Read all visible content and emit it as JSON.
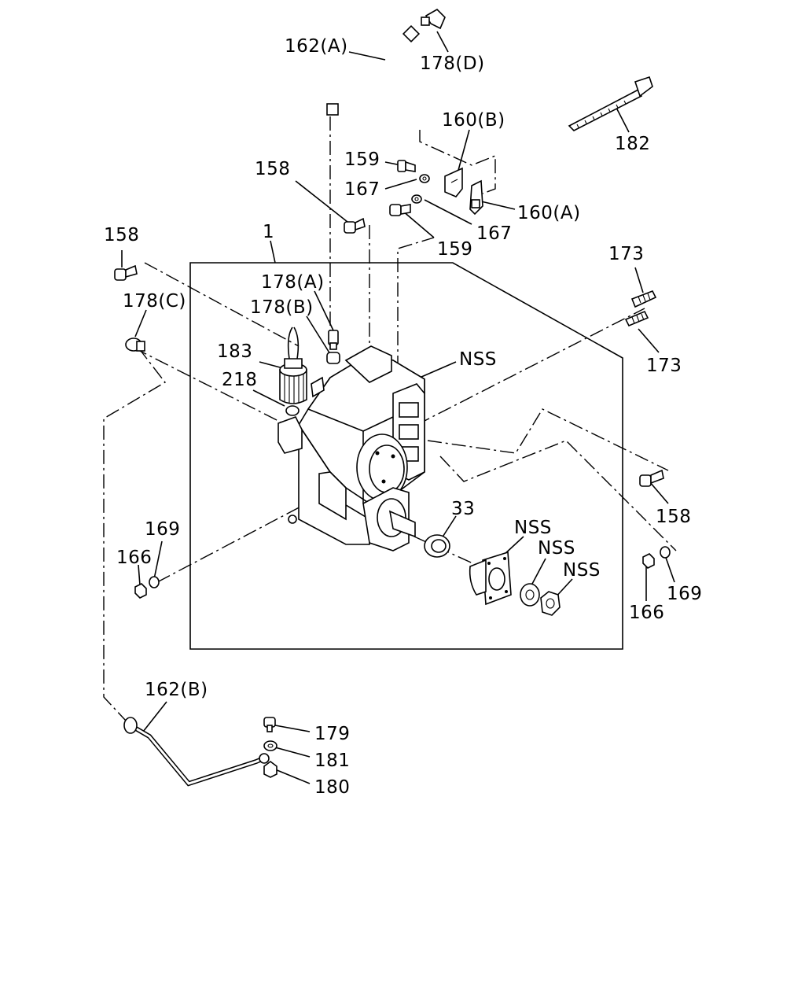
{
  "labels": {
    "l162A": "162(A)",
    "l178D": "178(D)",
    "l160B": "160(B)",
    "l182": "182",
    "l159a": "159",
    "l158a": "158",
    "l167a": "167",
    "l160A": "160(A)",
    "l167b": "167",
    "l159b": "159",
    "l158b": "158",
    "l1": "1",
    "l173a": "173",
    "l178A": "178(A)",
    "l178C": "178(C)",
    "l178B": "178(B)",
    "l173b": "173",
    "l183": "183",
    "lNSS1": "NSS",
    "l218": "218",
    "l158c": "158",
    "l33": "33",
    "lNSS2": "NSS",
    "l169a": "169",
    "lNSS3": "NSS",
    "lNSS4": "NSS",
    "l166a": "166",
    "l169b": "169",
    "l166b": "166",
    "l162B": "162(B)",
    "l179": "179",
    "l181": "181",
    "l180": "180"
  }
}
